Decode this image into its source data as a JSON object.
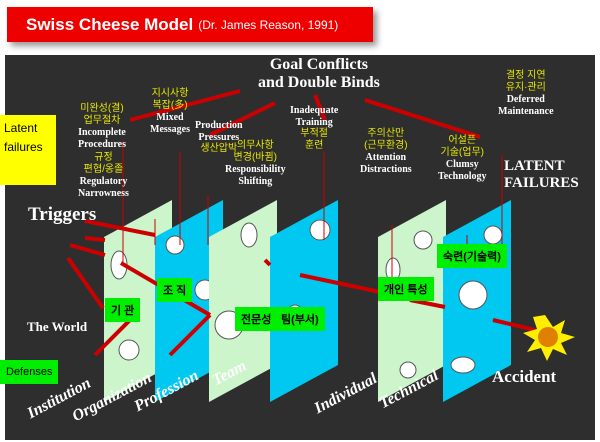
{
  "title": {
    "main": "Swiss Cheese Model",
    "sub": "(Dr. James Reason, 1991)"
  },
  "side_labels": {
    "latent": "Latent failures",
    "defenses": "Defenses"
  },
  "header": {
    "goal_line1": "Goal Conflicts",
    "goal_line2": "and Double Binds"
  },
  "failures": [
    {
      "ko": "미완성(결)\n업무절차",
      "en": "Incomplete\nProcedures"
    },
    {
      "ko": "지시사항\n복잡(多)",
      "en": "Mixed\nMessages"
    },
    {
      "ko": "생산압박",
      "en": "Production\nPressures"
    },
    {
      "ko": "규정\n편협/옹졸",
      "en": "Regulatory\nNarrowness"
    },
    {
      "ko": "의무사항\n변경(바뀜)",
      "en": "Responsibility\nShifting"
    },
    {
      "ko": "부적절\n훈련",
      "en": "Inadequate\nTraining"
    },
    {
      "ko": "주의산만\n(근무환경)",
      "en": "Attention\nDistractions"
    },
    {
      "ko": "어설픈\n기술(업무)",
      "en": "Clumsy\nTechnology"
    },
    {
      "ko": "결정 지연\n유지·관리",
      "en": "Deferred\nMaintenance"
    }
  ],
  "latent_failures": "LATENT\nFAILURES",
  "triggers": "Triggers",
  "the_world": "The World",
  "accident": "Accident",
  "layers": [
    {
      "name": "Institution",
      "ko": "기 관",
      "color": "#ccf5cc"
    },
    {
      "name": "Organization",
      "ko": "조 직",
      "color": "#00c8f0"
    },
    {
      "name": "Profession",
      "ko": "전문성",
      "color": "#ccf5cc"
    },
    {
      "name": "Team",
      "ko": "팀(부서)",
      "color": "#00c8f0"
    },
    {
      "name": "Individual",
      "ko": "개인 특성",
      "color": "#ccf5cc"
    },
    {
      "name": "Technical",
      "ko": "숙련(기술력)",
      "color": "#00c8f0"
    }
  ],
  "colors": {
    "arrow": "#cc0000",
    "title_bg": "#ee0000",
    "tag": "#00ee00",
    "note": "#ffff00"
  }
}
